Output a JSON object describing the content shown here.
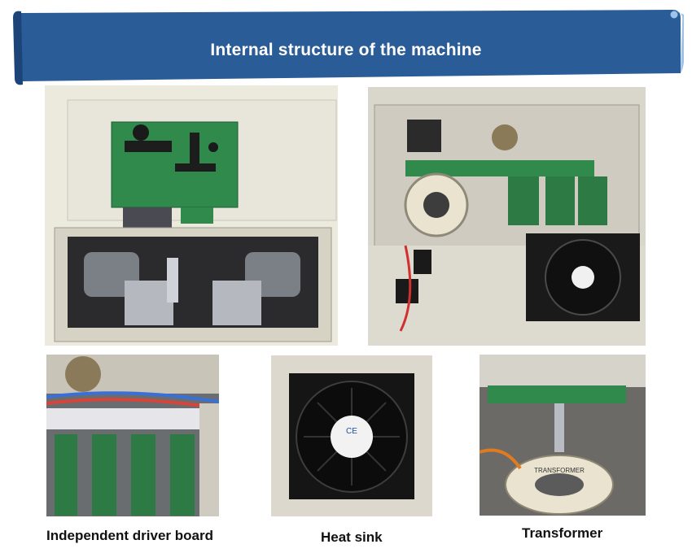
{
  "banner": {
    "title": "Internal structure of the machine",
    "colors": {
      "ribbon": "#2a5c98",
      "ribbon_edge": "#1d4478",
      "ribbon_curl": "#9ec3ea",
      "title_text": "#ffffff"
    }
  },
  "photos": {
    "control_board": {
      "icon": "control-board-photo"
    },
    "internal_wiring": {
      "icon": "internal-wiring-photo"
    },
    "driver_board": {
      "icon": "driver-board-photo"
    },
    "heat_sink": {
      "icon": "heat-sink-photo",
      "fan_label": "CE"
    },
    "transformer": {
      "icon": "transformer-photo",
      "coil_label": "TRANSFORMER"
    }
  },
  "captions": {
    "driver_board": "Independent driver board",
    "heat_sink": "Heat sink",
    "transformer": "Transformer"
  }
}
